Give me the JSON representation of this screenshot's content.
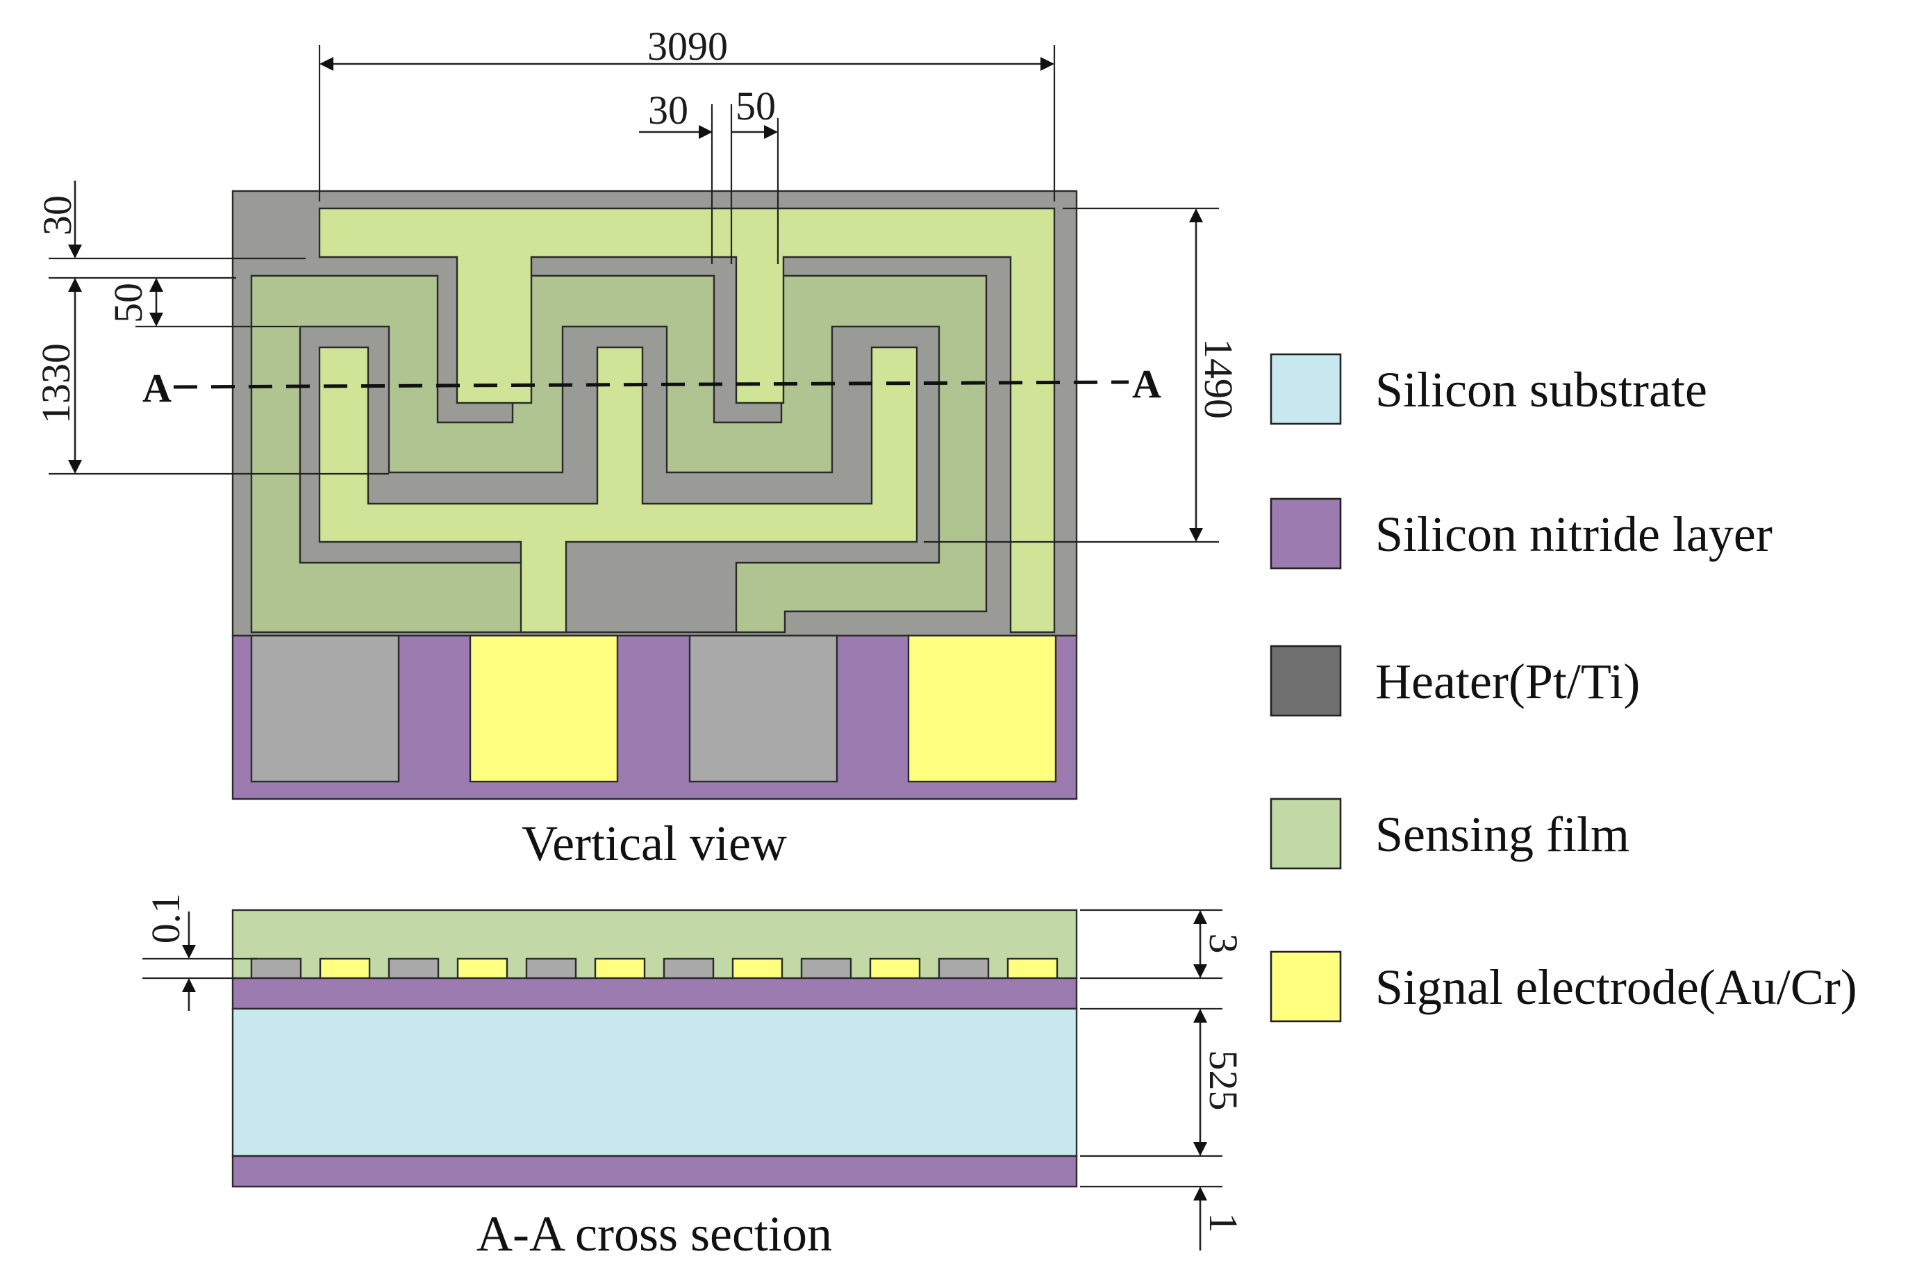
{
  "views": {
    "vertical_caption": "Vertical view",
    "cross_caption": "A-A cross section"
  },
  "section_marks": {
    "left": "A",
    "right": "A"
  },
  "dimensions": {
    "top_width": "3090",
    "gap_30": "30",
    "gap_50": "50",
    "left_30": "30",
    "left_50": "50",
    "left_1330": "1330",
    "right_1490": "1490",
    "xs_01": "0.1",
    "xs_3": "3",
    "xs_525": "525",
    "xs_1": "1"
  },
  "legend": [
    {
      "label": "Silicon substrate",
      "color": "#c8e8ef"
    },
    {
      "label": "Silicon nitride layer",
      "color": "#9b7bb0"
    },
    {
      "label": "Heater(Pt/Ti)",
      "color": "#707070"
    },
    {
      "label": "Sensing film",
      "color": "#c2d9a7"
    },
    {
      "label": "Signal electrode(Au/Cr)",
      "color": "#ffff80"
    }
  ],
  "colors": {
    "heater_region": "#9a9a96",
    "sensing_film": "#b0c491",
    "signal_electrode": "#cfe496",
    "pad_gray": "#a9a9a9",
    "pad_yellow": "#ffff80",
    "nitride": "#9b7bb0",
    "substrate": "#c8e8ef",
    "xs_film": "#c2d9a7"
  }
}
